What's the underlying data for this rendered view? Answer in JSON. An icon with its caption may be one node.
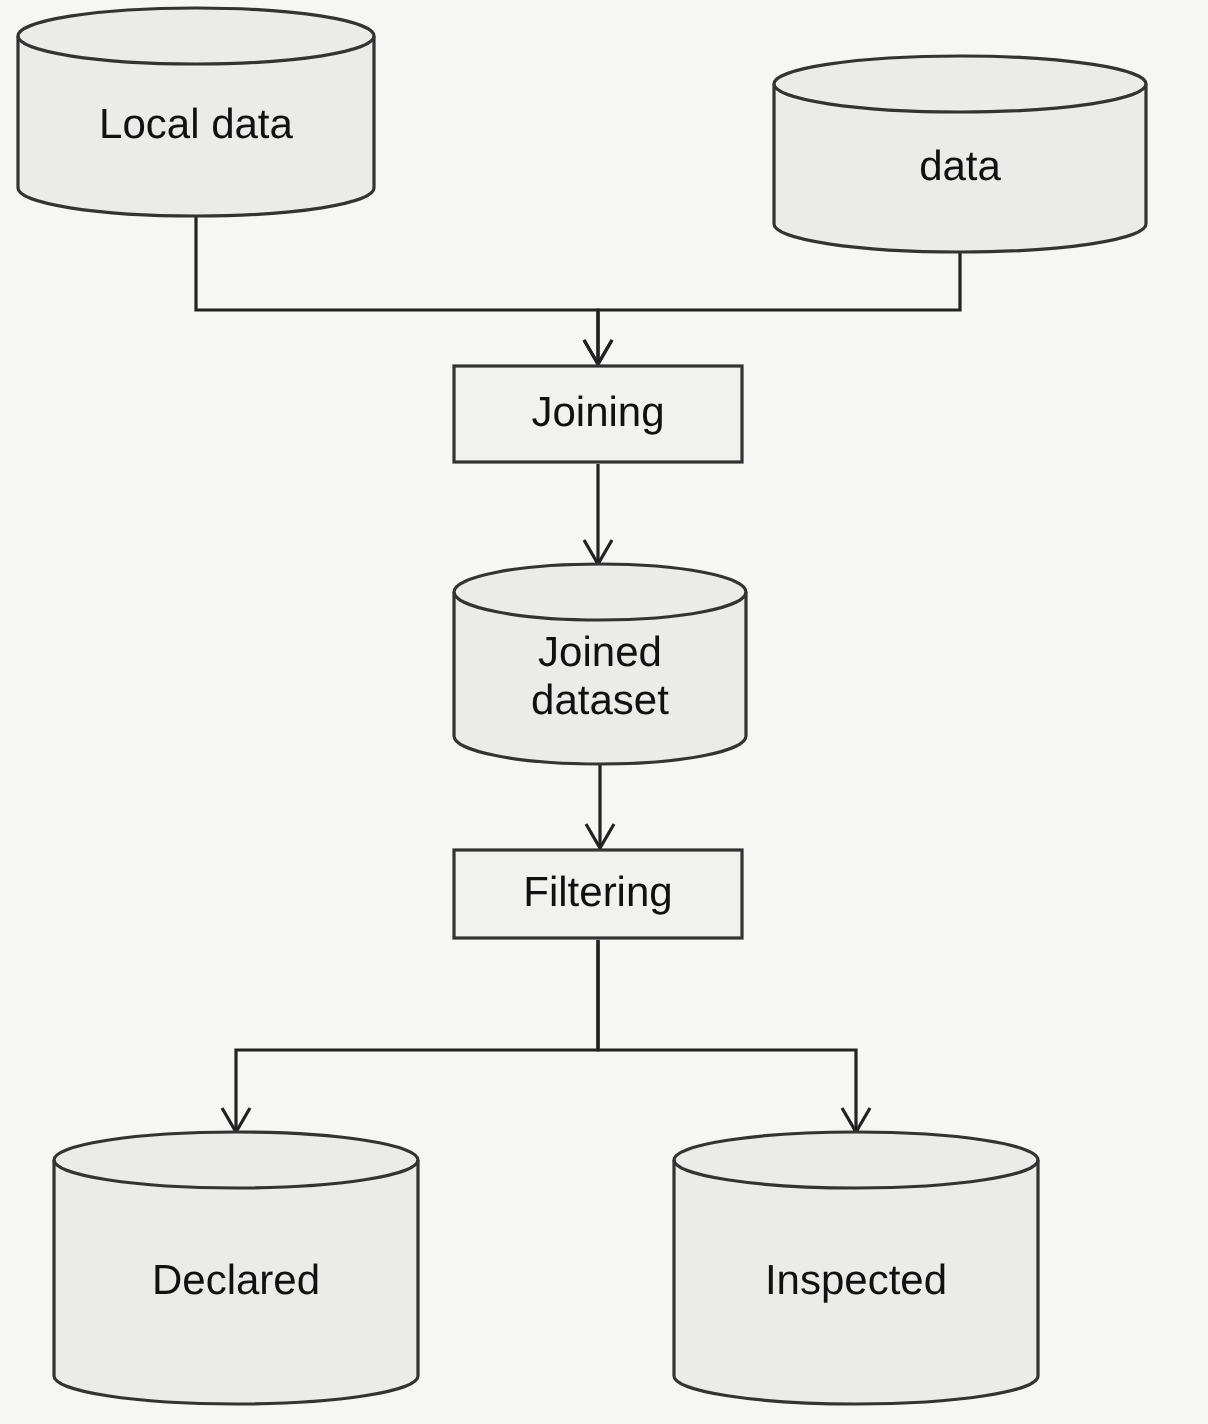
{
  "diagram": {
    "nodes": [
      {
        "text": [
          "Local data"
        ]
      },
      {
        "text": [
          "data"
        ]
      },
      {
        "text": [
          "Joining"
        ]
      },
      {
        "text": [
          "Joined dataset"
        ]
      },
      {
        "text": [
          "Filtering"
        ]
      },
      {
        "text": [
          "Declared"
        ]
      },
      {
        "text": [
          "Inspected"
        ]
      }
    ],
    "edges": [
      {
        "from": 0,
        "to": 2,
        "arrow": "to"
      },
      {
        "from": 1,
        "to": 2,
        "arrow": "to"
      },
      {
        "from": 2,
        "to": 3,
        "arrow": "to"
      },
      {
        "from": 3,
        "to": 4,
        "arrow": "to"
      },
      {
        "from": 4,
        "to": 5,
        "arrow": "to"
      },
      {
        "from": 4,
        "to": 6,
        "arrow": "to"
      }
    ]
  }
}
